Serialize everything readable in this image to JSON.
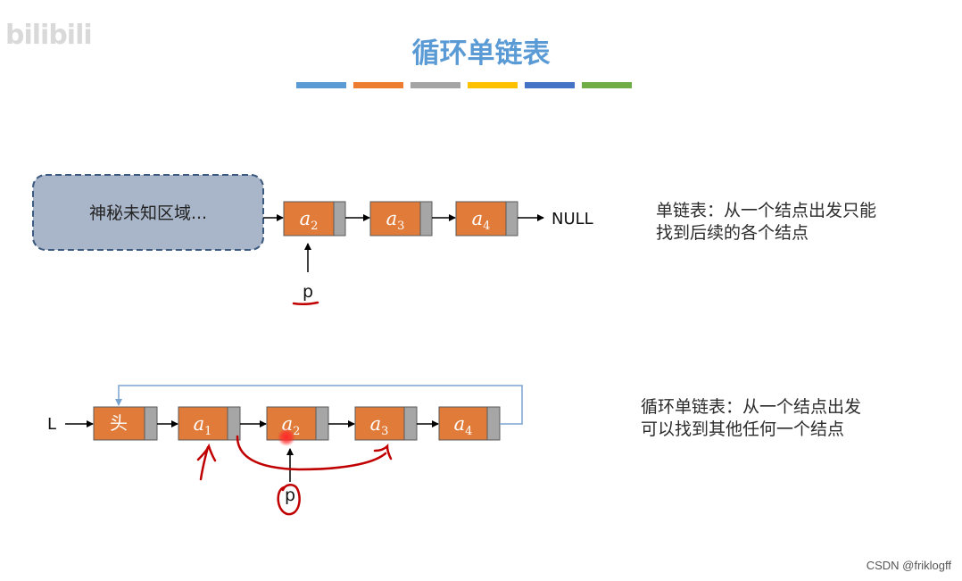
{
  "watermark": "bilibili",
  "title": "循环单链表",
  "colors": {
    "title": "#5b9bd5",
    "node": "#e07b39",
    "node_border": "#5a5a5a",
    "pointer": "#a6a6a6",
    "unknown_fill": "#a9b6c9",
    "unknown_border": "#3d5a80",
    "loop_line": "#7ba3cf",
    "annotation": "#c00000",
    "stripes": [
      "#5b9bd5",
      "#ed7d31",
      "#a5a5a5",
      "#ffc000",
      "#4472c4",
      "#70ad47"
    ]
  },
  "diagram1": {
    "unknown_region": "神秘未知区域...",
    "nodes": [
      {
        "letter": "a",
        "sub": "2"
      },
      {
        "letter": "a",
        "sub": "3"
      },
      {
        "letter": "a",
        "sub": "4"
      }
    ],
    "null_label": "NULL",
    "pointer_label": "p",
    "description": [
      "单链表：从一个结点出发只能",
      "找到后续的各个结点"
    ]
  },
  "diagram2": {
    "list_label": "L",
    "head_label": "头",
    "nodes": [
      {
        "letter": "a",
        "sub": "1"
      },
      {
        "letter": "a",
        "sub": "2"
      },
      {
        "letter": "a",
        "sub": "3"
      },
      {
        "letter": "a",
        "sub": "4"
      }
    ],
    "pointer_label": "p",
    "description": [
      "循环单链表：从一个结点出发",
      "可以找到其他任何一个结点"
    ]
  },
  "credit": "CSDN @friklogff"
}
